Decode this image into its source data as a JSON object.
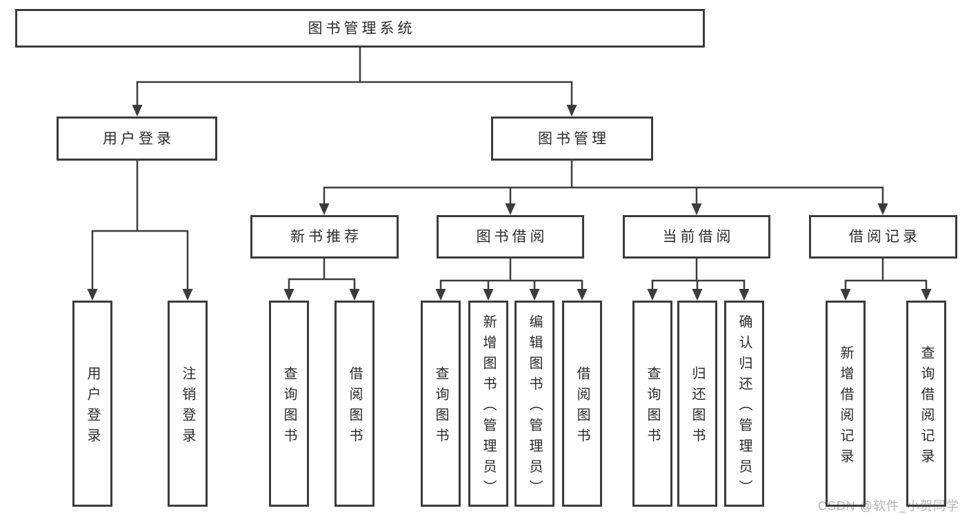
{
  "colors": {
    "line": "#3b3b3b",
    "text": "#2a2a2a",
    "watermark": "#b5b2b2",
    "background": "#ffffff"
  },
  "root": {
    "label": "图书管理系统"
  },
  "level2": {
    "user_login": {
      "label": "用户登录"
    },
    "book_management": {
      "label": "图书管理"
    }
  },
  "level3": {
    "new_book_recommend": {
      "label": "新书推荐"
    },
    "book_borrowing": {
      "label": "图书借阅"
    },
    "current_borrowing": {
      "label": "当前借阅"
    },
    "borrowing_records": {
      "label": "借阅记录"
    }
  },
  "leaves": {
    "ul_user_login": {
      "label": "用户登录"
    },
    "ul_logout": {
      "label": "注销登录"
    },
    "nbr_query_books": {
      "label": "查询图书"
    },
    "nbr_borrow_books": {
      "label": "借阅图书"
    },
    "bb_query_books": {
      "label": "查询图书"
    },
    "bb_add_books": {
      "label": "新增图书（管理员）"
    },
    "bb_edit_books": {
      "label": "编辑图书（管理员）"
    },
    "bb_borrow_books": {
      "label": "借阅图书"
    },
    "cb_query_books": {
      "label": "查询图书"
    },
    "cb_return_books": {
      "label": "归还图书"
    },
    "cb_confirm_return": {
      "label": "确认归还（管理员）"
    },
    "br_add_record": {
      "label": "新增借阅记录"
    },
    "br_query_record": {
      "label": "查询借阅记录"
    }
  },
  "edges": [
    {
      "from": "图书管理系统",
      "to": [
        "用户登录",
        "图书管理"
      ]
    },
    {
      "from": "用户登录",
      "to": [
        "用户登录",
        "注销登录"
      ]
    },
    {
      "from": "图书管理",
      "to": [
        "新书推荐",
        "图书借阅",
        "当前借阅",
        "借阅记录"
      ]
    },
    {
      "from": "新书推荐",
      "to": [
        "查询图书",
        "借阅图书"
      ]
    },
    {
      "from": "图书借阅",
      "to": [
        "查询图书",
        "新增图书（管理员）",
        "编辑图书（管理员）",
        "借阅图书"
      ]
    },
    {
      "from": "当前借阅",
      "to": [
        "查询图书",
        "归还图书",
        "确认归还（管理员）"
      ]
    },
    {
      "from": "借阅记录",
      "to": [
        "新增借阅记录",
        "查询借阅记录"
      ]
    }
  ],
  "watermark": {
    "text": "CSDN @软件_小贺同学"
  }
}
